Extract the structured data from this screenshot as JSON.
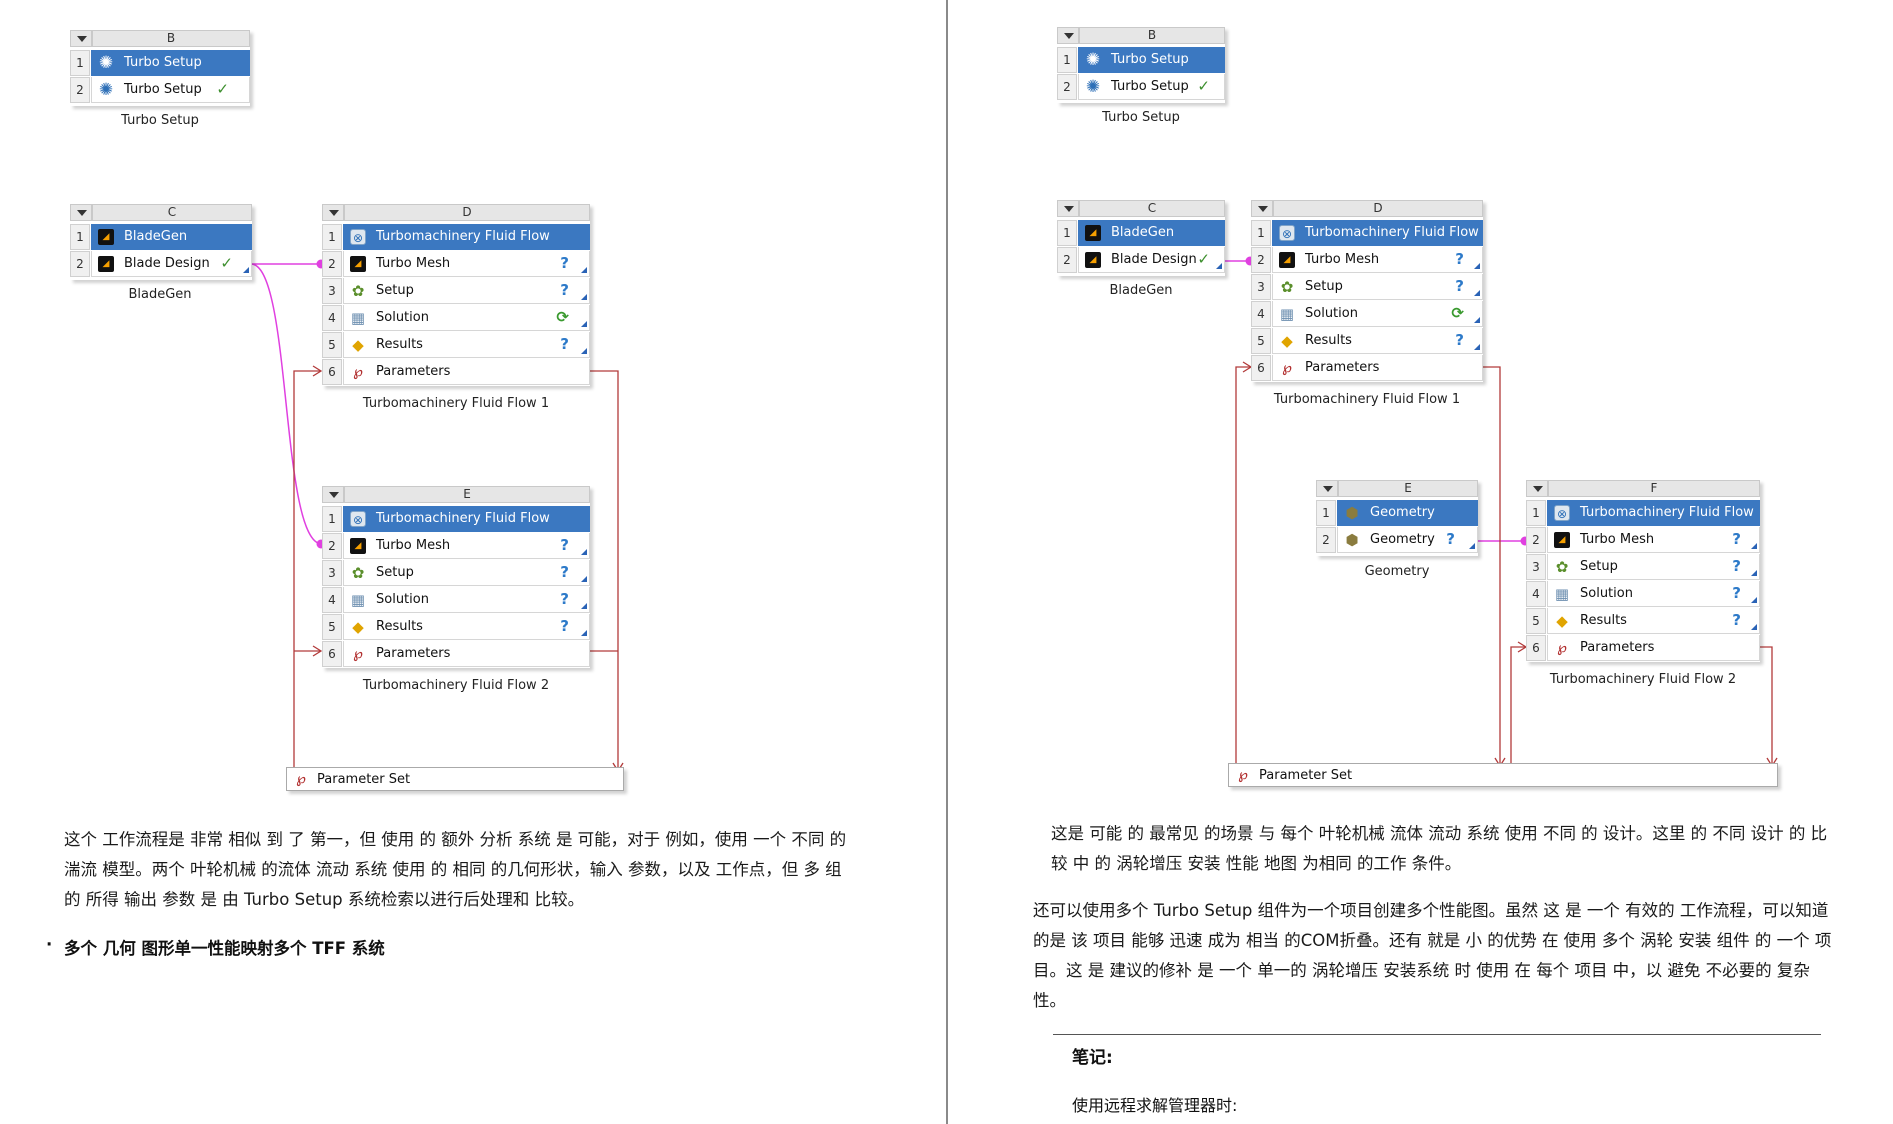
{
  "colors": {
    "selected_row": "#3b78c1",
    "link_magenta": "#e040e0",
    "param_link": "#b23a3a"
  },
  "left": {
    "system_b": {
      "col": "B",
      "rows": [
        {
          "num": "1",
          "label": "Turbo Setup",
          "icon": "turbo-setup-icon",
          "status": ""
        },
        {
          "num": "2",
          "label": "Turbo Setup",
          "icon": "turbo-setup-icon",
          "status": "✓"
        }
      ],
      "caption": "Turbo Setup"
    },
    "system_c": {
      "col": "C",
      "rows": [
        {
          "num": "1",
          "label": "BladeGen",
          "icon": "bladegen-icon",
          "status": ""
        },
        {
          "num": "2",
          "label": "Blade Design",
          "icon": "bladegen-icon",
          "status": "✓"
        }
      ],
      "caption": "BladeGen"
    },
    "system_d": {
      "col": "D",
      "rows": [
        {
          "num": "1",
          "label": "Turbomachinery Fluid Flow",
          "icon": "tff-icon",
          "status": ""
        },
        {
          "num": "2",
          "label": "Turbo Mesh",
          "icon": "bladegen-icon",
          "status": "?"
        },
        {
          "num": "3",
          "label": "Setup",
          "icon": "setup-icon",
          "status": "?"
        },
        {
          "num": "4",
          "label": "Solution",
          "icon": "solution-icon",
          "status": "⟳"
        },
        {
          "num": "5",
          "label": "Results",
          "icon": "results-icon",
          "status": "?"
        },
        {
          "num": "6",
          "label": "Parameters",
          "icon": "parameters-icon",
          "status": ""
        }
      ],
      "caption": "Turbomachinery Fluid Flow 1"
    },
    "system_e": {
      "col": "E",
      "rows": [
        {
          "num": "1",
          "label": "Turbomachinery Fluid Flow",
          "icon": "tff-icon",
          "status": ""
        },
        {
          "num": "2",
          "label": "Turbo Mesh",
          "icon": "bladegen-icon",
          "status": "?"
        },
        {
          "num": "3",
          "label": "Setup",
          "icon": "setup-icon",
          "status": "?"
        },
        {
          "num": "4",
          "label": "Solution",
          "icon": "solution-icon",
          "status": "?"
        },
        {
          "num": "5",
          "label": "Results",
          "icon": "results-icon",
          "status": "?"
        },
        {
          "num": "6",
          "label": "Parameters",
          "icon": "parameters-icon",
          "status": ""
        }
      ],
      "caption": "Turbomachinery Fluid Flow 2"
    },
    "parameter_set": "Parameter Set",
    "paragraph": "这个 工作流程是 非常 相似 到 了 第一，但 使用 的 额外 分析 系统 是 可能，对于 例如，使用 一个 不同 的 湍流 模型。两个 叶轮机械 的流体 流动 系统 使用 的 相同 的几何形状，输入 参数，以及 工作点，但 多 组 的 所得 输出 参数 是 由 Turbo Setup 系统检索以进行后处理和 比较。",
    "bullet_marker": "·",
    "bullet": "多个 几何 图形单一性能映射多个 TFF 系统"
  },
  "right": {
    "system_b": {
      "col": "B",
      "rows": [
        {
          "num": "1",
          "label": "Turbo Setup",
          "icon": "turbo-setup-icon",
          "status": ""
        },
        {
          "num": "2",
          "label": "Turbo Setup",
          "icon": "turbo-setup-icon",
          "status": "✓"
        }
      ],
      "caption": "Turbo Setup"
    },
    "system_c": {
      "col": "C",
      "rows": [
        {
          "num": "1",
          "label": "BladeGen",
          "icon": "bladegen-icon",
          "status": ""
        },
        {
          "num": "2",
          "label": "Blade Design",
          "icon": "bladegen-icon",
          "status": "✓"
        }
      ],
      "caption": "BladeGen"
    },
    "system_d": {
      "col": "D",
      "rows": [
        {
          "num": "1",
          "label": "Turbomachinery Fluid Flow",
          "icon": "tff-icon",
          "status": ""
        },
        {
          "num": "2",
          "label": "Turbo Mesh",
          "icon": "bladegen-icon",
          "status": "?"
        },
        {
          "num": "3",
          "label": "Setup",
          "icon": "setup-icon",
          "status": "?"
        },
        {
          "num": "4",
          "label": "Solution",
          "icon": "solution-icon",
          "status": "⟳"
        },
        {
          "num": "5",
          "label": "Results",
          "icon": "results-icon",
          "status": "?"
        },
        {
          "num": "6",
          "label": "Parameters",
          "icon": "parameters-icon",
          "status": ""
        }
      ],
      "caption": "Turbomachinery Fluid Flow 1"
    },
    "system_e": {
      "col": "E",
      "rows": [
        {
          "num": "1",
          "label": "Geometry",
          "icon": "geometry-icon",
          "status": ""
        },
        {
          "num": "2",
          "label": "Geometry",
          "icon": "geometry-icon",
          "status": "?"
        }
      ],
      "caption": "Geometry"
    },
    "system_f": {
      "col": "F",
      "rows": [
        {
          "num": "1",
          "label": "Turbomachinery Fluid Flow",
          "icon": "tff-icon",
          "status": ""
        },
        {
          "num": "2",
          "label": "Turbo Mesh",
          "icon": "bladegen-icon",
          "status": "?"
        },
        {
          "num": "3",
          "label": "Setup",
          "icon": "setup-icon",
          "status": "?"
        },
        {
          "num": "4",
          "label": "Solution",
          "icon": "solution-icon",
          "status": "?"
        },
        {
          "num": "5",
          "label": "Results",
          "icon": "results-icon",
          "status": "?"
        },
        {
          "num": "6",
          "label": "Parameters",
          "icon": "parameters-icon",
          "status": ""
        }
      ],
      "caption": "Turbomachinery Fluid Flow 2"
    },
    "parameter_set": "Parameter Set",
    "paragraph1": "这是 可能 的 最常见 的场景 与 每个 叶轮机械 流体 流动 系统 使用 不同 的 设计。这里 的 不同 设计 的 比较 中 的 涡轮增压 安装 性能 地图 为相同 的工作 条件。",
    "paragraph2": "还可以使用多个 Turbo Setup 组件为一个项目创建多个性能图。虽然 这 是 一个 有效的 工作流程，可以知道 的是 该 项目 能够 迅速 成为 相当 的COM折叠。还有 就是 小 的优势 在 使用 多个 涡轮 安装 组件 的 一个 项目。这 是 建议的修补 是 一个 单一的 涡轮增压 安装系统 时 使用 在 每个 项目 中，以 避免 不必要的 复杂性。",
    "note_title": "笔记:",
    "note_text": "使用远程求解管理器时:"
  }
}
